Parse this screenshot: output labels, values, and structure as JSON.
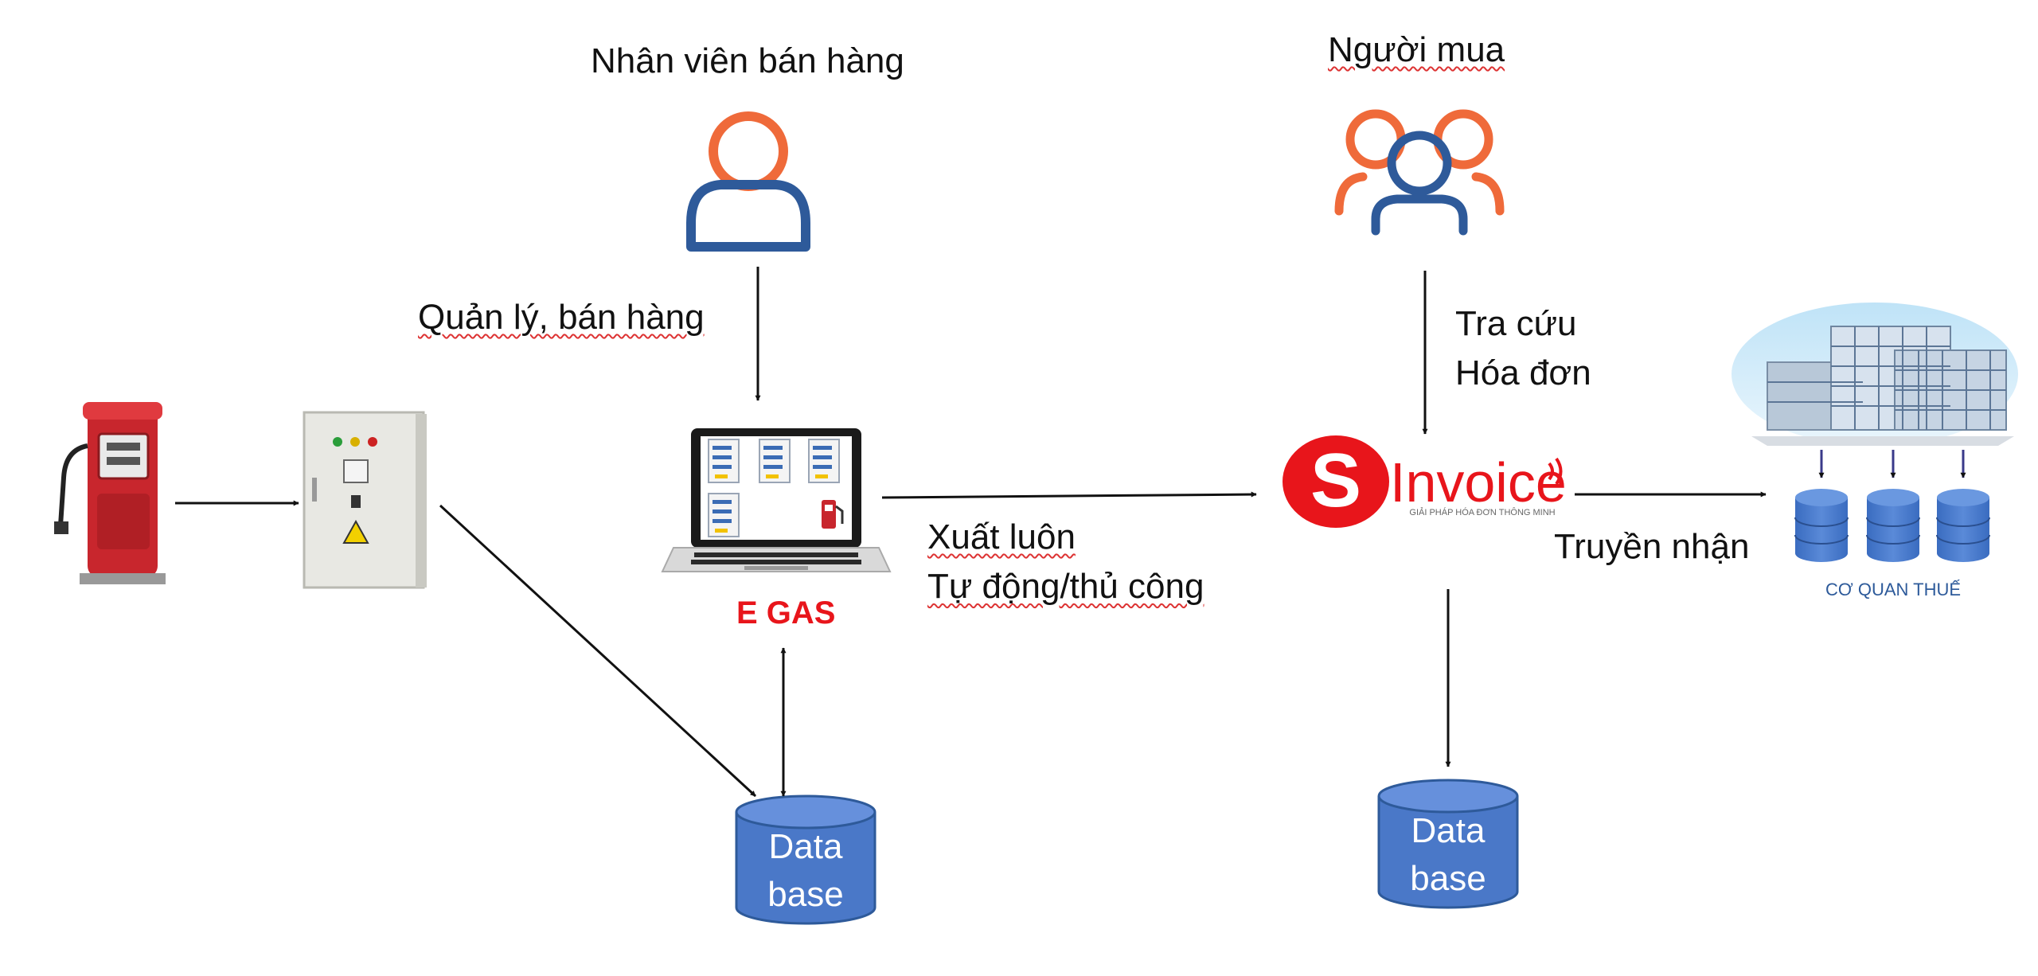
{
  "actors": {
    "staff": {
      "label": "Nhân viên bán hàng"
    },
    "buyer": {
      "label": "Người mua"
    }
  },
  "edges": {
    "manage_sell": "Quản lý, bán hàng",
    "lookup_line1": "Tra cứu",
    "lookup_line2": "Hóa đơn",
    "export_line1": "Xuất luôn",
    "export_line2": "Tự động/thủ công",
    "transmit": "Truyền nhận"
  },
  "systems": {
    "egas": "E GAS",
    "sinvoice_logo": "SInvoice",
    "sinvoice_tagline": "GIẢI PHÁP HÓA ĐƠN THÔNG MINH",
    "tax_authority": "CƠ QUAN THUẾ"
  },
  "databases": {
    "left_line1": "Data",
    "left_line2": "base",
    "right_line1": "Data",
    "right_line2": "base"
  },
  "colors": {
    "orange": "#ef6a3a",
    "blue": "#2e5a9a",
    "db_fill": "#4a78c8",
    "db_stroke": "#2e5a9a",
    "pump_red": "#c8262d",
    "egas_red": "#e8151b"
  },
  "icons": {
    "staff": "person-icon",
    "buyer": "group-icon",
    "pump": "fuel-pump-icon",
    "cabinet": "control-cabinet-icon",
    "laptop": "laptop-icon",
    "building": "office-building-icon"
  }
}
